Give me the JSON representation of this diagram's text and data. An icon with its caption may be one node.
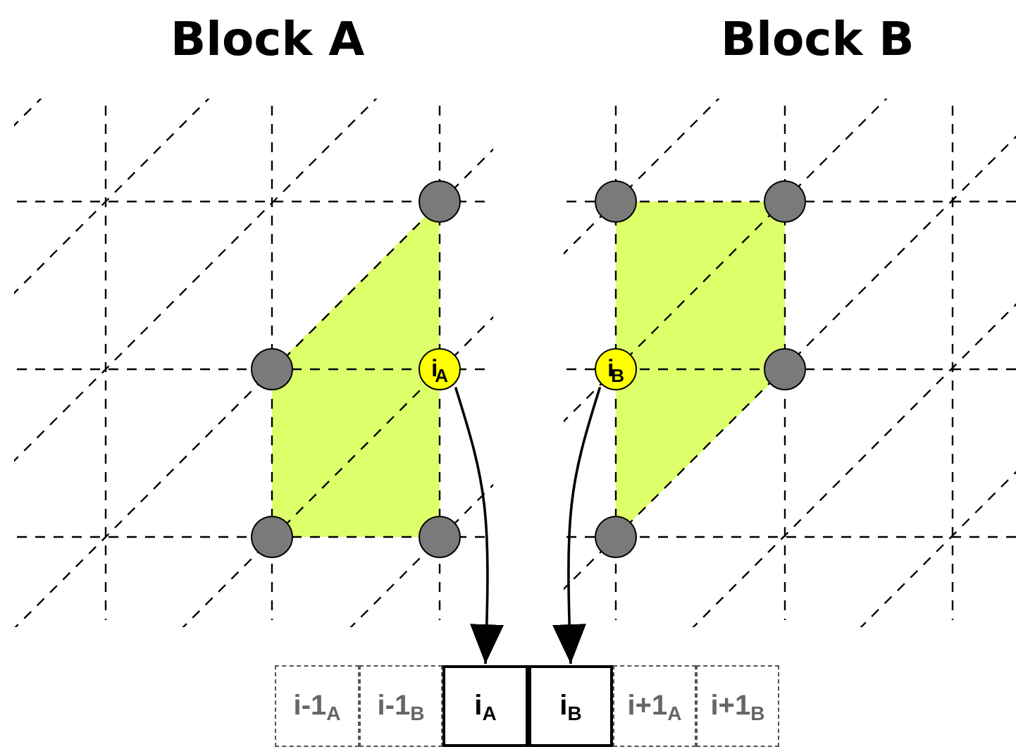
{
  "diagram": {
    "nodes": [
      {
        "text": [],
        "shape": "circle"
      },
      {
        "text": [],
        "shape": "circle"
      },
      {
        "text": [],
        "shape": "circle"
      },
      {
        "text": [],
        "shape": "circle"
      },
      {
        "text": [
          "i$_{A}$"
        ]
      },
      {
        "text": [
          "i$_{B}$"
        ]
      },
      {
        "text": [],
        "shape": "circle"
      },
      {
        "text": [],
        "shape": "circle"
      },
      {
        "text": [],
        "shape": "circle"
      },
      {
        "text": [],
        "shape": "circle"
      },
      {
        "text": [
          "i-1$_{A}$"
        ]
      },
      {
        "text": [
          "i-1$_{B}$"
        ]
      },
      {
        "text": [
          "i$_{A}$"
        ]
      },
      {
        "text": [
          "i$_{B}$"
        ]
      },
      {
        "text": [
          "i+1$_{A}$"
        ]
      },
      {
        "text": [
          "i+1$_{B}$"
        ]
      }
    ],
    "edges": [
      {
        "from": 4,
        "to": 12,
        "arrow": "to"
      },
      {
        "from": 5,
        "to": 13,
        "arrow": "to"
      }
    ],
    "labels": [
      "Block A",
      "Block B"
    ]
  }
}
